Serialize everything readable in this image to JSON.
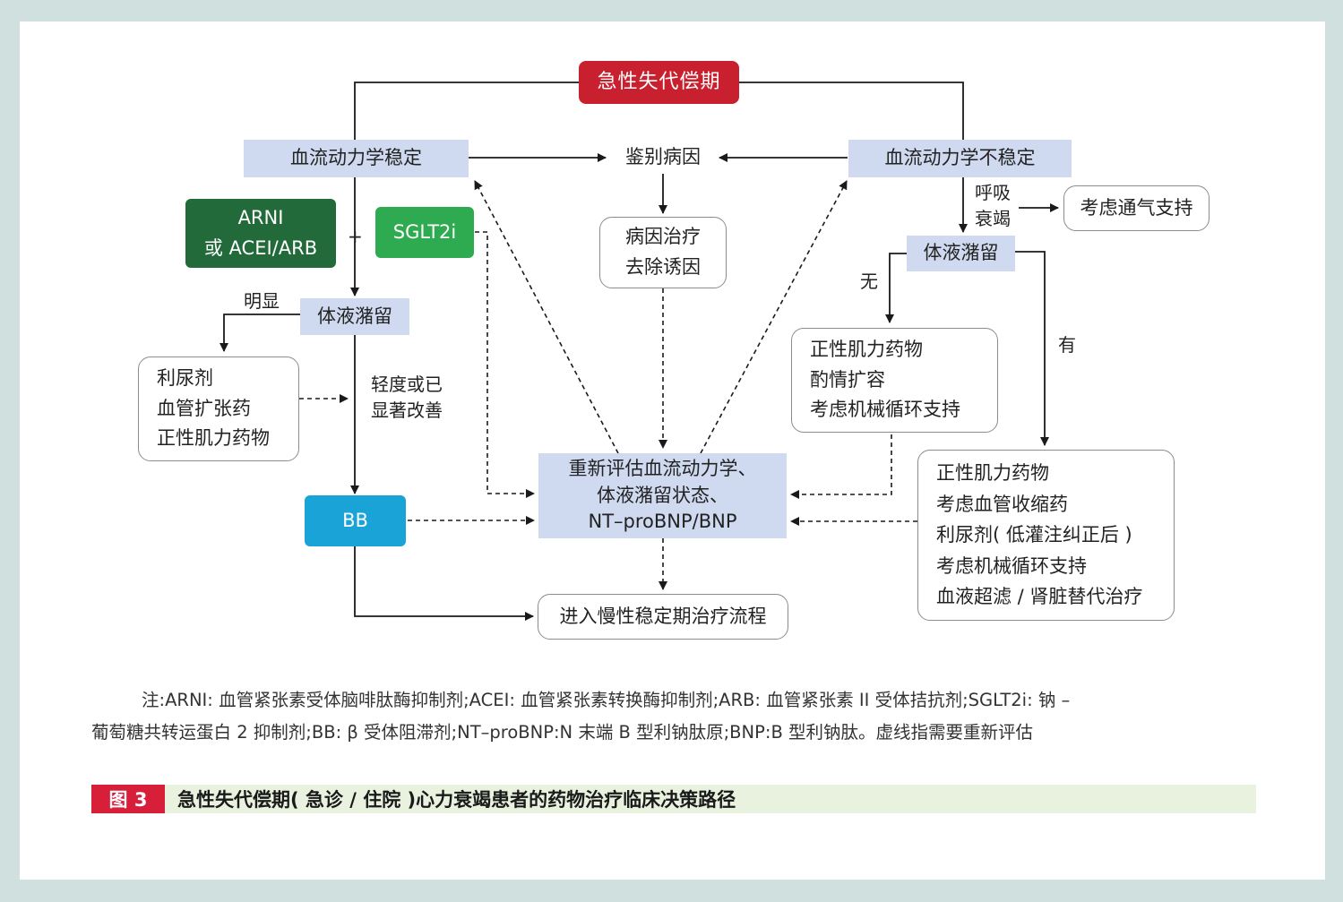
{
  "colors": {
    "frame": "#cfe0df",
    "blue_box": "#cfdaf0",
    "red_box": "#c8202e",
    "dark_green_box": "#236a3b",
    "green_box": "#2eab50",
    "cyan_box": "#1aa3d6",
    "figure_label": "#d81f3a",
    "figure_bar": "#e9f2de"
  },
  "nodes": {
    "decompensation": "急性失代偿期",
    "stable": "血流动力学稳定",
    "identify_cause": "鉴别病因",
    "unstable": "血流动力学不稳定",
    "arni": [
      "ARNI",
      "或 ACEI/ARB"
    ],
    "sglt2i": "SGLT2i",
    "cause_treatment": [
      "病因治疗",
      "去除诱因"
    ],
    "ventilation": "考虑通气支持",
    "fluid_left": "体液潴留",
    "fluid_right": "体液潴留",
    "diuretics": [
      "利尿剂",
      "血管扩张药",
      "正性肌力药物"
    ],
    "inotropes_no": [
      "正性肌力药物",
      "酌情扩容",
      "考虑机械循环支持"
    ],
    "reassess": [
      "重新评估血流动力学、",
      "体液潴留状态、",
      "NT–proBNP/BNP"
    ],
    "bb": "BB",
    "inotropes_yes": [
      "正性肌力药物",
      "考虑血管收缩药",
      "利尿剂( 低灌注纠正后 )",
      "考虑机械循环支持",
      "血液超滤 / 肾脏替代治疗"
    ],
    "chronic": "进入慢性稳定期治疗流程"
  },
  "labels": {
    "plus": "+",
    "obvious": "明显",
    "mild": [
      "轻度或已",
      "显著改善"
    ],
    "respiratory": [
      "呼吸",
      "衰竭"
    ],
    "none": "无",
    "yes": "有"
  },
  "note": {
    "lines": [
      "注:ARNI: 血管紧张素受体脑啡肽酶抑制剂;ACEI: 血管紧张素转换酶抑制剂;ARB: 血管紧张素 II 受体拮抗剂;SGLT2i: 钠 –",
      "葡萄糖共转运蛋白 2 抑制剂;BB: β 受体阻滞剂;NT–proBNP:N 末端 B 型利钠肽原;BNP:B 型利钠肽。虚线指需要重新评估"
    ]
  },
  "figure": {
    "label": "图 3",
    "caption": "急性失代偿期( 急诊 / 住院 )心力衰竭患者的药物治疗临床决策路径"
  }
}
